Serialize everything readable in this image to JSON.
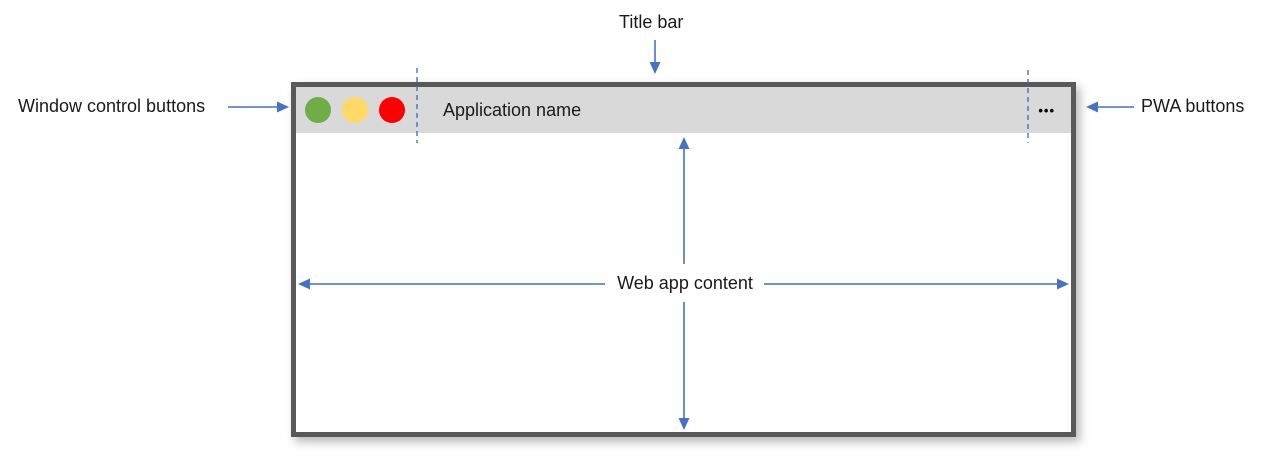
{
  "colors": {
    "annotation_blue": "#4472C4",
    "window_border": "#595959",
    "titlebar_background": "#D9D9D9",
    "control_green": "#70AD47",
    "control_yellow": "#FFD966",
    "control_red": "#FF0000",
    "text": "#1A1A1A"
  },
  "diagram": {
    "window": {
      "titlebar": {
        "app_name": "Application name",
        "pwa_menu_glyph": "•••",
        "window_controls": [
          {
            "name": "green-control",
            "color": "#70AD47"
          },
          {
            "name": "yellow-control",
            "color": "#FFD966"
          },
          {
            "name": "red-control",
            "color": "#FF0000"
          }
        ]
      }
    },
    "annotations": {
      "title_bar": "Title bar",
      "window_control_buttons": "Window control buttons",
      "pwa_buttons": "PWA buttons",
      "web_app_content": "Web app content"
    }
  }
}
